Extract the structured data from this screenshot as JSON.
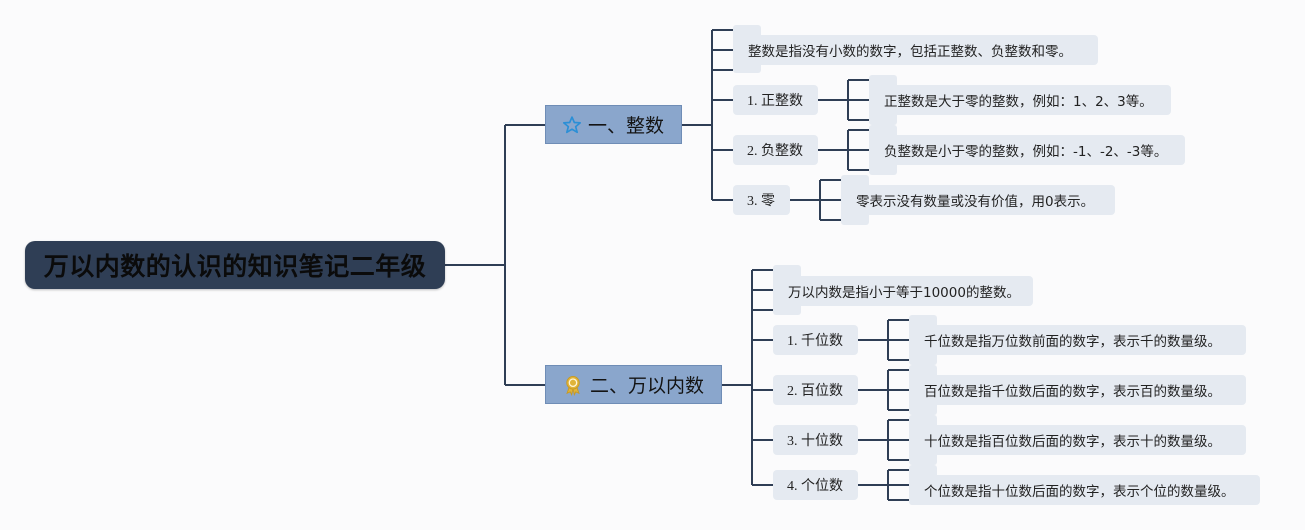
{
  "root": {
    "title": "万以内数的认识的知识笔记二年级"
  },
  "branches": [
    {
      "label": "一、整数",
      "icon": "star-icon",
      "definition": "整数是指没有小数的数字，包括正整数、负整数和零。",
      "items": [
        {
          "label": "1. 正整数",
          "note": "正整数是大于零的整数，例如：1、2、3等。"
        },
        {
          "label": "2. 负整数",
          "note": "负整数是小于零的整数，例如：-1、-2、-3等。"
        },
        {
          "label": "3. 零",
          "note": "零表示没有数量或没有价值，用0表示。"
        }
      ]
    },
    {
      "label": "二、万以内数",
      "icon": "award-ribbon-icon",
      "definition": "万以内数是指小于等于10000的整数。",
      "items": [
        {
          "label": "1. 千位数",
          "note": "千位数是指万位数前面的数字，表示千的数量级。"
        },
        {
          "label": "2. 百位数",
          "note": "百位数是指千位数后面的数字，表示百的数量级。"
        },
        {
          "label": "3. 十位数",
          "note": "十位数是指百位数后面的数字，表示十的数量级。"
        },
        {
          "label": "4. 个位数",
          "note": "个位数是指十位数后面的数字，表示个位的数量级。"
        }
      ]
    }
  ],
  "colors": {
    "root_bg": "#2f3e55",
    "branch_bg": "#8aa6cc",
    "node_bg": "#e5eaf1",
    "line": "#2f3e55",
    "star": "#2b8fd6",
    "award": "#e0b43a"
  }
}
